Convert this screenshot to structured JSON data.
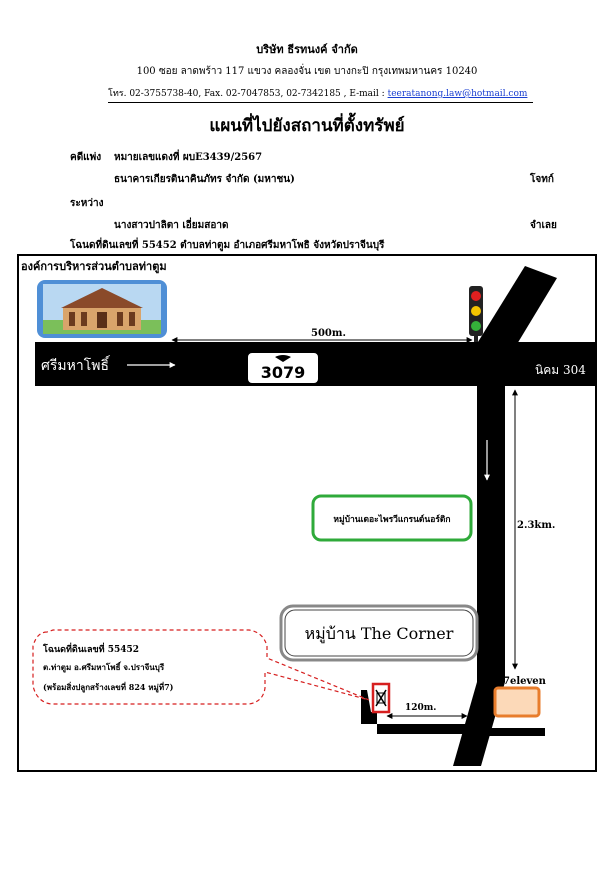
{
  "header": {
    "company": "บริษัท ธีรทนงค์ จำกัด",
    "address": "100 ซอย ลาดพร้าว 117 แขวง คลองจั่น เขต บางกะปิ กรุงเทพมหานคร 10240",
    "contact_prefix": "โทร. 02-3755738-40, Fax. 02-7047853, 02-7342185 , E-mail :",
    "email": "teeratanong.law@hotmail.com"
  },
  "title": "แผนที่ไปยังสถานที่ตั้งทรัพย์",
  "case": {
    "case_label": "คดีแพ่ง",
    "case_number": "หมายเลขแดงที่ ผบE3439/2567",
    "plaintiff_name": "ธนาคารเกียรตินาคินภัทร จำกัด (มหาชน)",
    "plaintiff_role": "โจทก์",
    "between_label": "ระหว่าง",
    "defendant_name": "นางสาวปาลิตา เอี่ยมสอาด",
    "defendant_role": "จำเลย",
    "deed_line": "โฉนดที่ดินเลขที่ 55452 ตำบลท่าตูม อำเภอศรีมหาโพธิ จังหวัดปราจีนบุรี"
  },
  "map": {
    "office_label": "องค์การบริหารส่วนตำบลท่าตูม",
    "road_left_label": "ศรีมหาโพธิ์",
    "road_number": "3079",
    "road_right_label": "นิคม 304",
    "distance_top": "500m.",
    "distance_right": "2.3km.",
    "distance_bottom": "120m.",
    "village_green": "หมู่บ้านเดอะไพรวีแกรนด์นอร์ดิก",
    "village_corner": "หมู่บ้าน The Corner",
    "store_label": "7eleven",
    "property_note": {
      "line1": "โฉนดที่ดินเลขที่ 55452",
      "line2": "ต.ท่าตูม อ.ศรีมหาโพธิ์ จ.ปราจีนบุรี",
      "line3": "(พร้อมสิ่งปลูกสร้างเลขที่ 824 หมู่ที่7)"
    }
  },
  "colors": {
    "road": "#000000",
    "email_link": "#1a3fd1",
    "green_box": "#2faa3a",
    "orange_box": "#e87d2c",
    "red_marker": "#d61f1f",
    "blue_frame": "#4f8fd6",
    "traffic_red": "#e02020",
    "traffic_yellow": "#f3c400",
    "traffic_green": "#35b13a"
  }
}
